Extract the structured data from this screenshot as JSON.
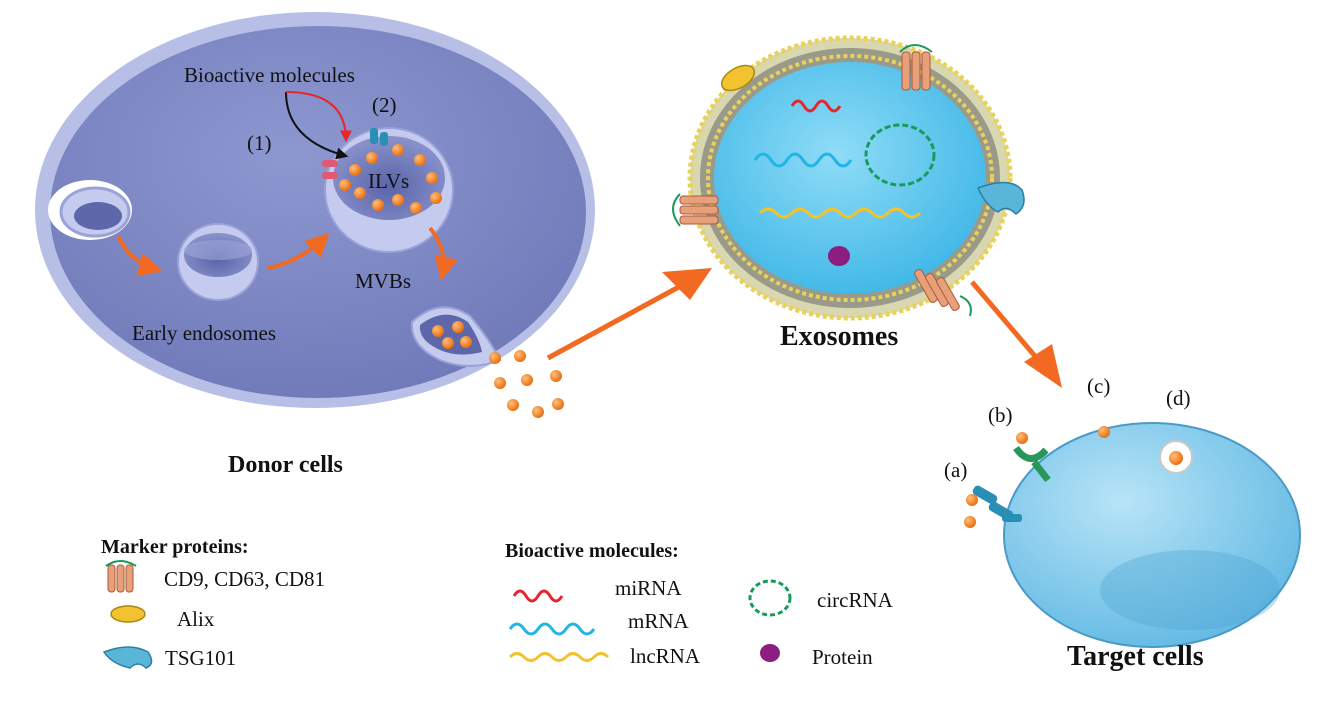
{
  "diagram": {
    "donor": {
      "title": "Donor cells",
      "bioactive_label": "Bioactive molecules",
      "path1_label": "(1)",
      "path2_label": "(2)",
      "ilvs_label": "ILVs",
      "mvbs_label": "MVBs",
      "early_endosomes_label": "Early endosomes"
    },
    "exosome": {
      "title": "Exosomes"
    },
    "target": {
      "title": "Target cells",
      "mode_a": "(a)",
      "mode_b": "(b)",
      "mode_c": "(c)",
      "mode_d": "(d)"
    },
    "legend_markers": {
      "title": "Marker proteins:",
      "items": [
        {
          "label": "CD9, CD63, CD81",
          "icon": "tetraspanin-icon"
        },
        {
          "label": "Alix",
          "icon": "alix-icon"
        },
        {
          "label": "TSG101",
          "icon": "tsg101-icon"
        }
      ]
    },
    "legend_molecules": {
      "title": "Bioactive molecules:",
      "items": [
        {
          "label": "miRNA",
          "icon": "mirna-wave-icon",
          "color": "#e8242c"
        },
        {
          "label": "mRNA",
          "icon": "mrna-wave-icon",
          "color": "#22b5e6"
        },
        {
          "label": "lncRNA",
          "icon": "lncrna-wave-icon",
          "color": "#f2c230"
        },
        {
          "label": "circRNA",
          "icon": "circrna-loop-icon",
          "color": "#1a9a5a"
        },
        {
          "label": "Protein",
          "icon": "protein-blob-icon",
          "color": "#8b1e7e"
        }
      ]
    },
    "colors": {
      "donor_fill": "#7f89c6",
      "donor_edge": "#b8bfe6",
      "exosome_fill": "#5ec8ef",
      "target_fill": "#8fd0ee",
      "cargo": "#f07c16",
      "arrow": "#f26a21",
      "path_red": "#e8242c"
    }
  }
}
